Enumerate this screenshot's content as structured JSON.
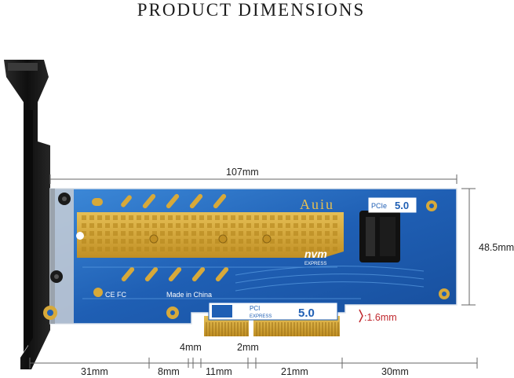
{
  "title": "PRODUCT DIMENSIONS",
  "brand": {
    "logo": "Auiu",
    "pcie_badge_top": "PCIe",
    "pcie_badge_version": "5.0",
    "nvme_logo": "nvm",
    "nvme_sub": "EXPRESS"
  },
  "pcie_label": {
    "pci": "PCI",
    "express": "EXPRESS",
    "version": "5.0"
  },
  "markings": {
    "made_in": "Made in China",
    "cert": "CE FC"
  },
  "dimensions": {
    "length": "107mm",
    "height": "48.5mm",
    "thickness": "1.6mm",
    "thickness_prefix": ":",
    "gap_a": "4mm",
    "gap_b": "2mm",
    "seg1": "31mm",
    "seg2": "8mm",
    "seg3": "11mm",
    "seg4": "21mm",
    "seg5": "30mm"
  },
  "colors": {
    "pcb": "#1f5fb4",
    "pcb_light": "#3a86d6",
    "gold": "#d7a93a",
    "bracket": "#1b1b1b",
    "red": "#c0282e"
  }
}
